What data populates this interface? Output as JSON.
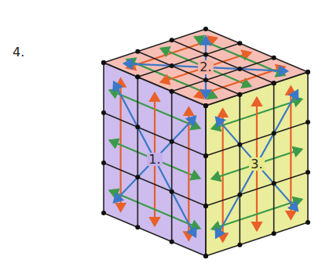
{
  "diagram": {
    "labels": [
      "4.",
      "2.",
      "1.",
      "3."
    ]
  }
}
